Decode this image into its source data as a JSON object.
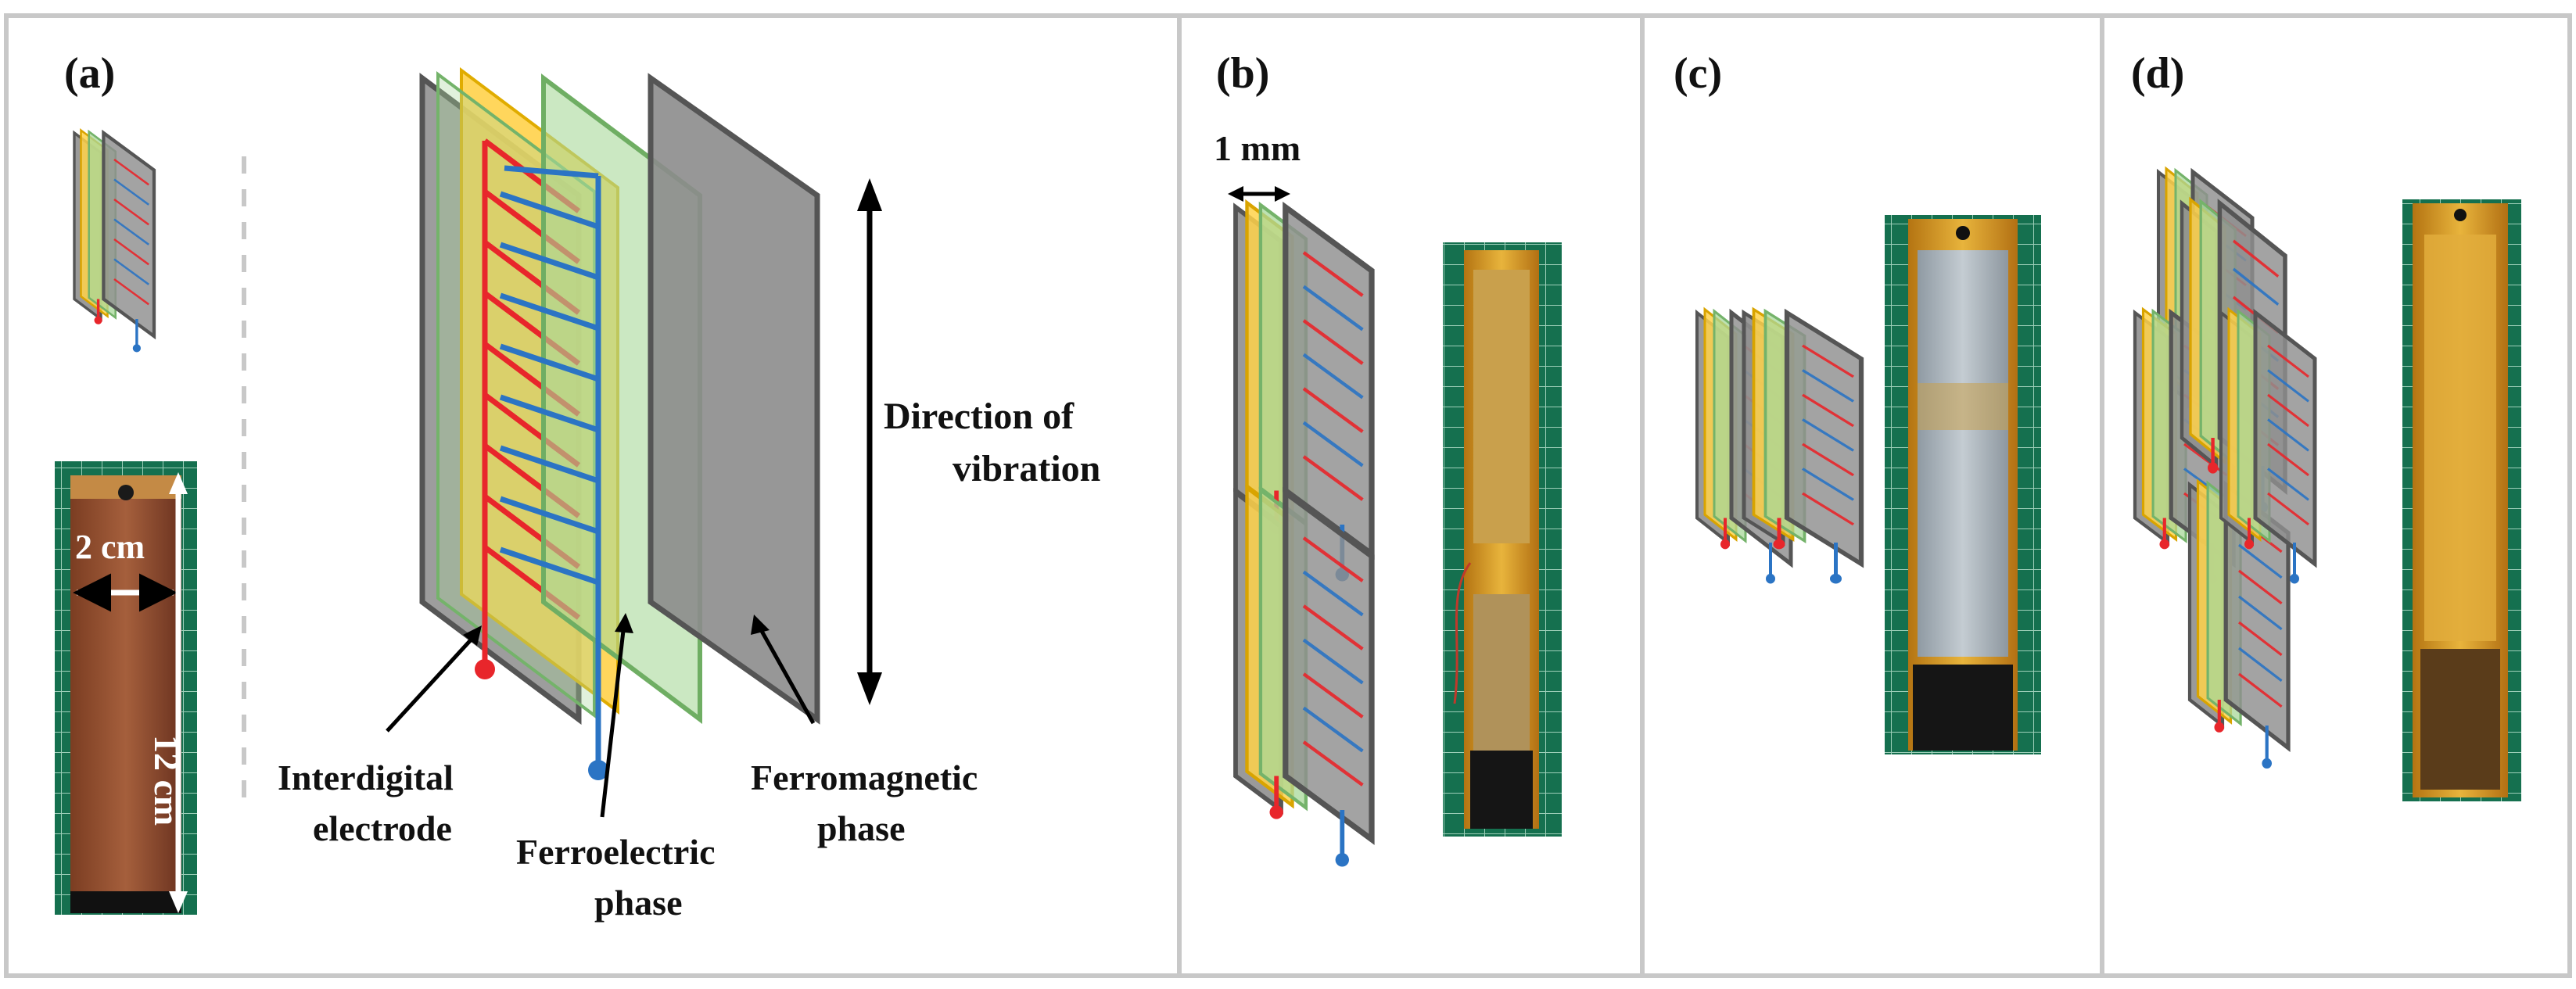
{
  "panels": {
    "a": {
      "label": "(a)",
      "photo": {
        "width_label": "2 cm",
        "length_label": "12 cm"
      },
      "callouts": {
        "vibration": [
          "Direction of",
          "vibration"
        ],
        "electrode": [
          "Interdigital",
          "electrode"
        ],
        "ferroelectric": [
          "Ferroelectric",
          "phase"
        ],
        "ferromagnetic": [
          "Ferromagnetic",
          "phase"
        ]
      }
    },
    "b": {
      "label": "(b)",
      "thickness_label": "1 mm"
    },
    "c": {
      "label": "(c)"
    },
    "d": {
      "label": "(d)"
    }
  },
  "colors": {
    "ferromagnetic": "#8c8c8c",
    "ferroelectric": "#a8d89a",
    "electrode_layer": "#ffd24a",
    "electrode_positive": "#e8262b",
    "electrode_negative": "#2b74c4",
    "photo_mat": "#1a7a58",
    "kapton": "#d8961e",
    "frame": "#c8c8c8"
  }
}
